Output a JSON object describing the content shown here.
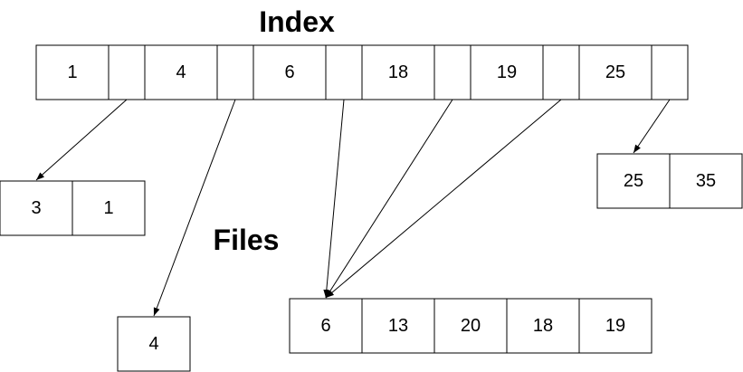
{
  "index_title": "Index",
  "files_title": "Files",
  "index_row": [
    "1",
    "",
    "4",
    "",
    "6",
    "",
    "18",
    "",
    "19",
    "",
    "25",
    ""
  ],
  "file_a": [
    "3",
    "1"
  ],
  "file_b": [
    "4"
  ],
  "file_c": [
    "6",
    "13",
    "20",
    "18",
    "19"
  ],
  "file_d": [
    "25",
    "35"
  ],
  "colors": {
    "stroke": "#000000",
    "fill": "#ffffff"
  }
}
